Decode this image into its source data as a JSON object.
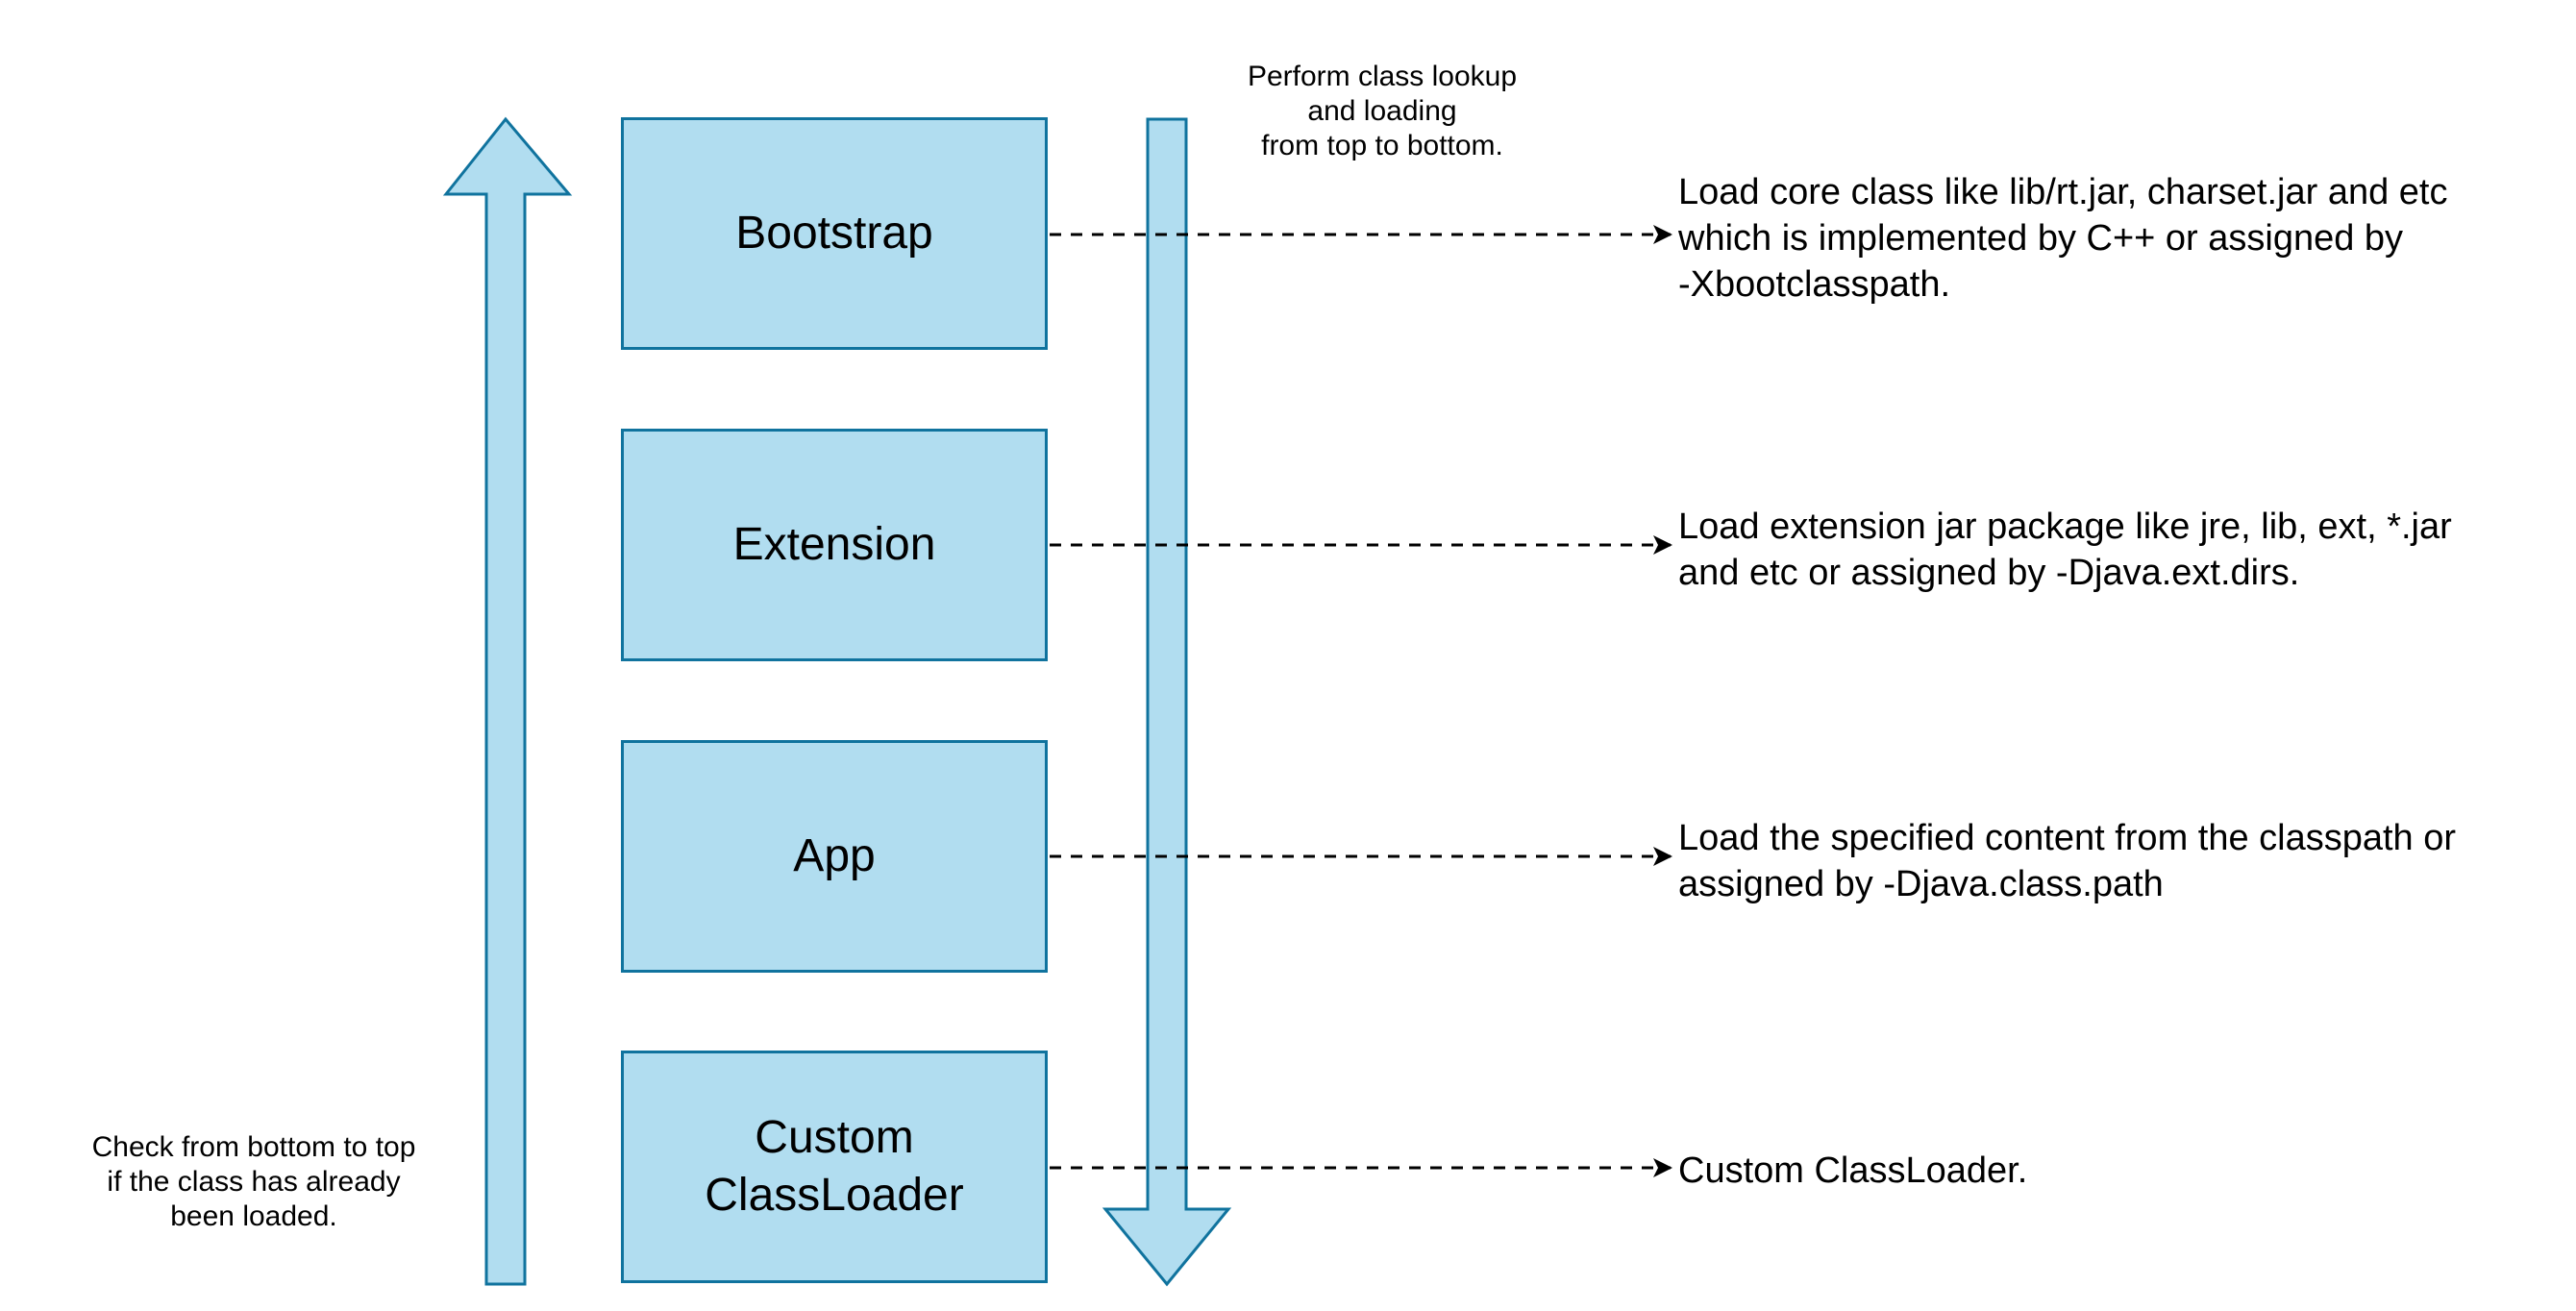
{
  "colors": {
    "box_fill": "#b1ddf0",
    "box_stroke": "#10739e",
    "connector": "#000000"
  },
  "loaders": [
    {
      "id": "bootstrap",
      "label": "Bootstrap",
      "description": "Load core class like lib/rt.jar, charset.jar and etc\nwhich is implemented by C++ or assigned by\n-Xbootclasspath."
    },
    {
      "id": "extension",
      "label": "Extension",
      "description": "Load extension jar package like jre, lib, ext, *.jar\nand etc or assigned by -Djava.ext.dirs."
    },
    {
      "id": "app",
      "label": "App",
      "description": "Load the specified content from the classpath or\nassigned by -Djava.class.path"
    },
    {
      "id": "custom",
      "label": "Custom\nClassLoader",
      "description": "Custom ClassLoader."
    }
  ],
  "notes": {
    "lookup": "Perform class lookup\nand loading\nfrom top to bottom.",
    "check": "Check from bottom to top\nif the class has already\nbeen loaded."
  }
}
